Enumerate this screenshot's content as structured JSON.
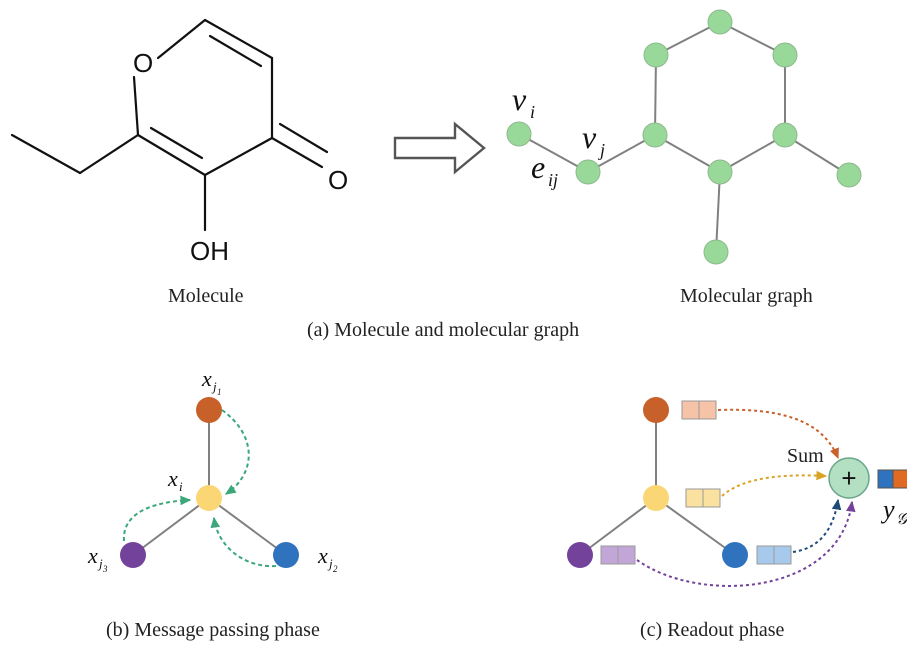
{
  "colors": {
    "graph_node": "#98d898",
    "node_orange": "#c8602a",
    "node_yellow": "#fbd675",
    "node_purple": "#73439b",
    "node_blue": "#2f73be",
    "vec_orange": "#f6c3a8",
    "vec_yellow": "#fbe1a0",
    "vec_purple": "#c3a6d8",
    "vec_blue": "#a6c9ec",
    "sum_node": "#b3e0c2",
    "message_arrow": "#3aa87a",
    "out_blue": "#2f73be",
    "out_orange": "#e06a22"
  },
  "panel_a": {
    "atoms": {
      "ring_oxygen": "O",
      "carbonyl_oxygen": "O",
      "hydroxyl": "OH"
    },
    "arrow_icon": "hollow-right-arrow",
    "labels": {
      "vi": "v",
      "vi_sub": "i",
      "vj": "v",
      "vj_sub": "j",
      "eij": "e",
      "eij_sub": "ij"
    },
    "caption_molecule": "Molecule",
    "caption_graph": "Molecular graph",
    "caption": "(a) Molecule and molecular graph"
  },
  "panel_b": {
    "labels": {
      "xj1": "x",
      "xj1_sub": "j",
      "xj1_subsub": "1",
      "xi": "x",
      "xi_sub": "i",
      "xj3": "x",
      "xj3_sub": "j",
      "xj3_subsub": "3",
      "xj2": "x",
      "xj2_sub": "j",
      "xj2_subsub": "2"
    },
    "caption": "(b) Message passing phase"
  },
  "panel_c": {
    "sum_label": "Sum",
    "plus": "+",
    "output": "y",
    "output_sub": "𝒢",
    "caption": "(c) Readout phase"
  }
}
